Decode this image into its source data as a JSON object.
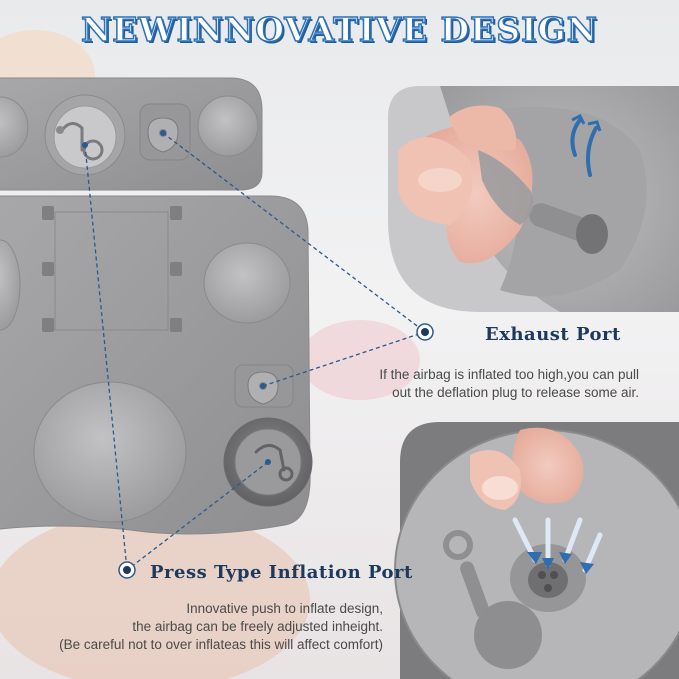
{
  "heading": "NEWINNOVATIVE DESIGN",
  "exhaust": {
    "title": "Exhaust Port",
    "lines": [
      "If the airbag is inflated too high,you can pull",
      "out the deflation plug to release some air."
    ]
  },
  "inflation": {
    "title": "Press Type Inflation Port",
    "lines": [
      "Innovative push to inflate design,",
      "the airbag can be freely adjusted inheight.",
      "(Be careful not to over inflateas this will affect comfort)"
    ]
  },
  "colors": {
    "title_fill": "#ffffff",
    "title_stroke": "#2d72b8",
    "accent": "#1d3a5e",
    "pillow": "#9a9a9c"
  }
}
